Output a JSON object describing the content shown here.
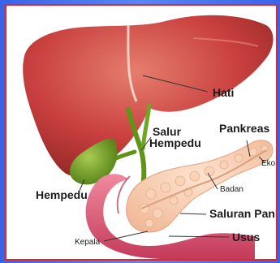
{
  "labels": {
    "hati": "Hati",
    "salur_hempedu_line1": "Salur",
    "salur_hempedu_line2": "Hempedu",
    "pankreas": "Pankreas",
    "ekor": "Ekor",
    "hempedu": "Hempedu",
    "badan": "Badan",
    "saluran_pankreas": "Saluran Pankreas",
    "usus": "Usus",
    "kepala": "Kepala"
  },
  "colors": {
    "frame_blue": "#3a64e8",
    "border_red": "#e3262b",
    "liver": "#c9403f",
    "gallbladder": "#6e9e22",
    "pancreas": "#f4c7a6",
    "intestine": "#e05b78"
  }
}
